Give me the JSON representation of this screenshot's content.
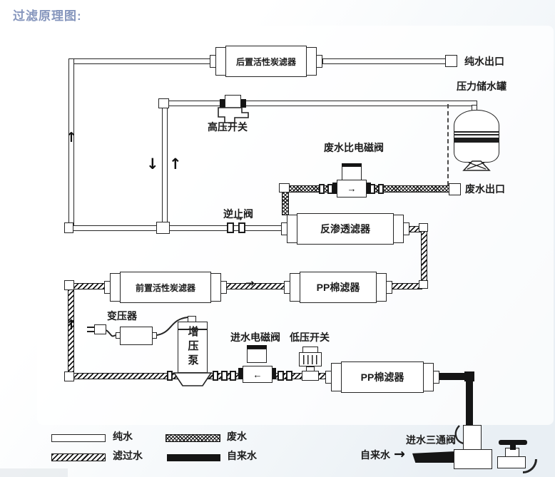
{
  "title": "过滤原理图:",
  "colors": {
    "title": "#8696bd",
    "line": "#262626",
    "tap_pipe": "#151515"
  },
  "components": {
    "post_carbon_filter": "后置活性炭滤器",
    "pure_water_outlet": "纯水出口",
    "pressure_tank": "压力储水罐",
    "high_pressure_switch": "高压开关",
    "waste_ratio_solenoid_valve": "废水比电磁阀",
    "waste_water_outlet": "废水出口",
    "check_valve": "逆止阀",
    "ro_membrane_filter": "反渗透滤器",
    "pre_carbon_filter": "前置活性炭滤器",
    "pp_cotton_filter_mid": "PP棉滤器",
    "transformer": "变压器",
    "booster_pump": "增压泵",
    "inlet_solenoid_valve": "进水电磁阀",
    "low_pressure_switch": "低压开关",
    "pp_cotton_filter_bottom": "PP棉滤器",
    "inlet_three_way_valve": "进水三通阀",
    "tap_water_inlet": "自来水"
  },
  "legend": {
    "pure": "纯水",
    "filtered": "滤过水",
    "waste": "废水",
    "tap": "自来水"
  }
}
